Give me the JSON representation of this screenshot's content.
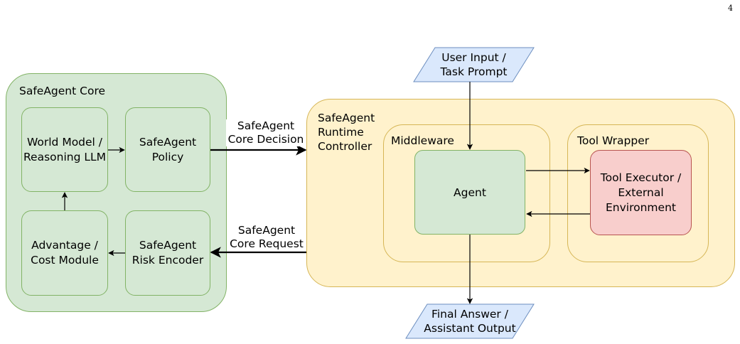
{
  "page_number": "4",
  "core": {
    "title": "SafeAgent Core",
    "world_model": [
      "World Model /",
      "Reasoning LLM"
    ],
    "policy": [
      "SafeAgent",
      "Policy"
    ],
    "advantage": [
      "Advantage /",
      "Cost Module"
    ],
    "risk_encoder": [
      "SafeAgent",
      "Risk Encoder"
    ]
  },
  "edges": {
    "decision": [
      "SafeAgent",
      "Core Decision"
    ],
    "request": [
      "SafeAgent",
      "Core Request"
    ]
  },
  "runtime": {
    "title": [
      "SafeAgent",
      "Runtime",
      "Controller"
    ],
    "middleware": "Middleware",
    "tool_wrapper": "Tool Wrapper",
    "agent": "Agent",
    "tool_executor": [
      "Tool Executor /",
      "External",
      "Environment"
    ]
  },
  "io": {
    "input": [
      "User Input /",
      "Task Prompt"
    ],
    "output": [
      "Final Answer /",
      "Assistant Output"
    ]
  },
  "colors": {
    "green_fill": "#d5e8d4",
    "green_stroke": "#82b366",
    "yellow_fill": "#fff2cc",
    "yellow_stroke": "#d6b656",
    "red_fill": "#f8cecc",
    "red_stroke": "#b85450",
    "blue_fill": "#dae8fc",
    "blue_stroke": "#6c8ebf"
  }
}
